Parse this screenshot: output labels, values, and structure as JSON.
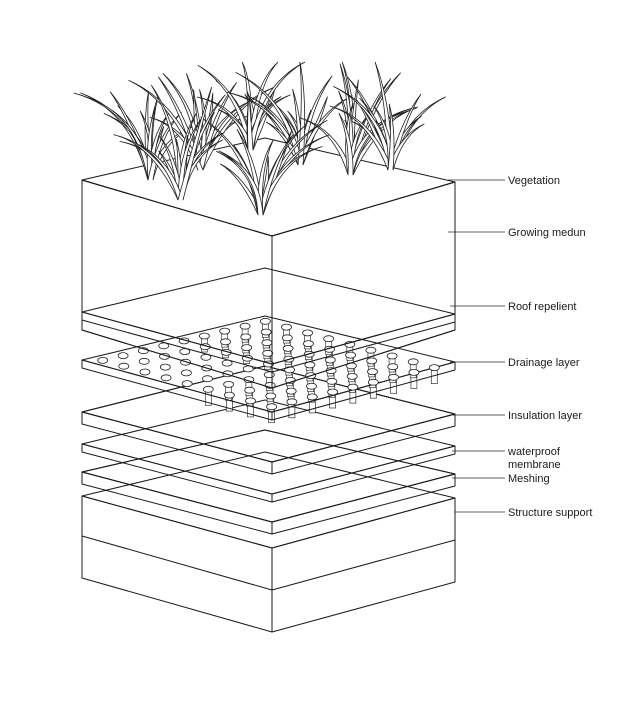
{
  "labels": {
    "vegetation": "Vegetation",
    "growing_medium": "Growing medun",
    "roof_repellent": "Roof repelient",
    "drainage": "Drainage layer",
    "insulation": "Insulation layer",
    "waterproof_line1": "waterproof",
    "waterproof_line2": "membrane",
    "meshing": "Meshing",
    "structure": "Structure support"
  },
  "colors": {
    "ink": "#1b1b1b",
    "paper": "#ffffff",
    "gravel": "#4a4a4a"
  }
}
